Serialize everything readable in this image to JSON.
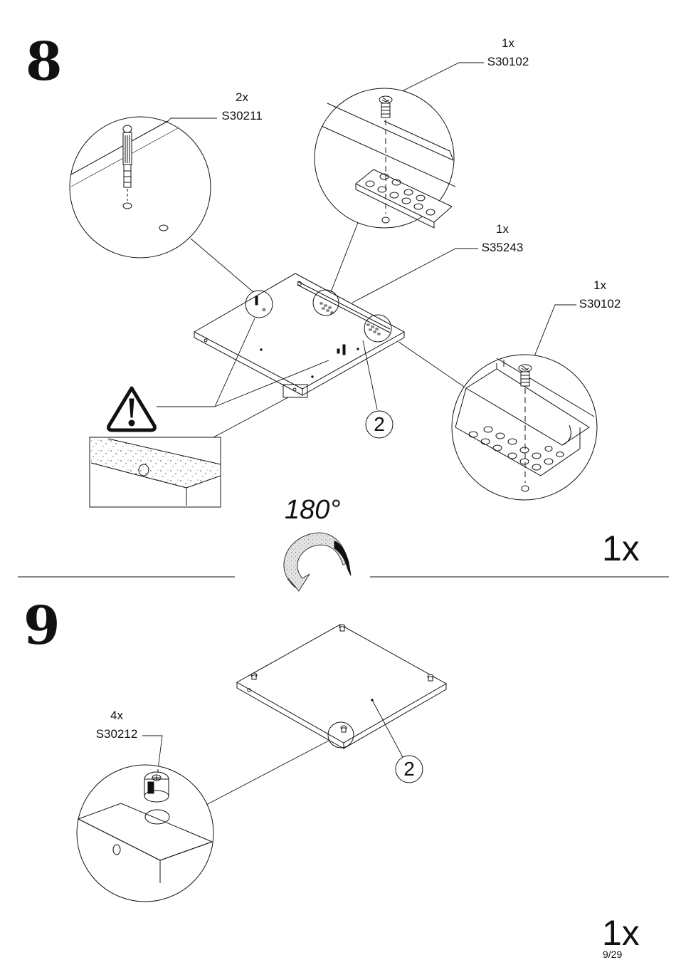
{
  "steps": [
    {
      "number": "8",
      "callouts": [
        {
          "qty": "2x",
          "code": "S30211"
        },
        {
          "qty": "1x",
          "code": "S30102"
        },
        {
          "qty": "1x",
          "code": "S35243"
        },
        {
          "qty": "1x",
          "code": "S30102"
        }
      ],
      "part_label": "2",
      "quantity": "1x",
      "warning_icon": "warning-triangle-icon"
    },
    {
      "number": "9",
      "callouts": [
        {
          "qty": "4x",
          "code": "S30212"
        }
      ],
      "part_label": "2",
      "quantity": "1x"
    }
  ],
  "rotation": {
    "label": "180°",
    "icon": "rotate-arrow-icon"
  },
  "page_number": "9/29",
  "colors": {
    "ink": "#111111",
    "paper": "#ffffff",
    "arrow_fill": "#d8d8d8"
  }
}
